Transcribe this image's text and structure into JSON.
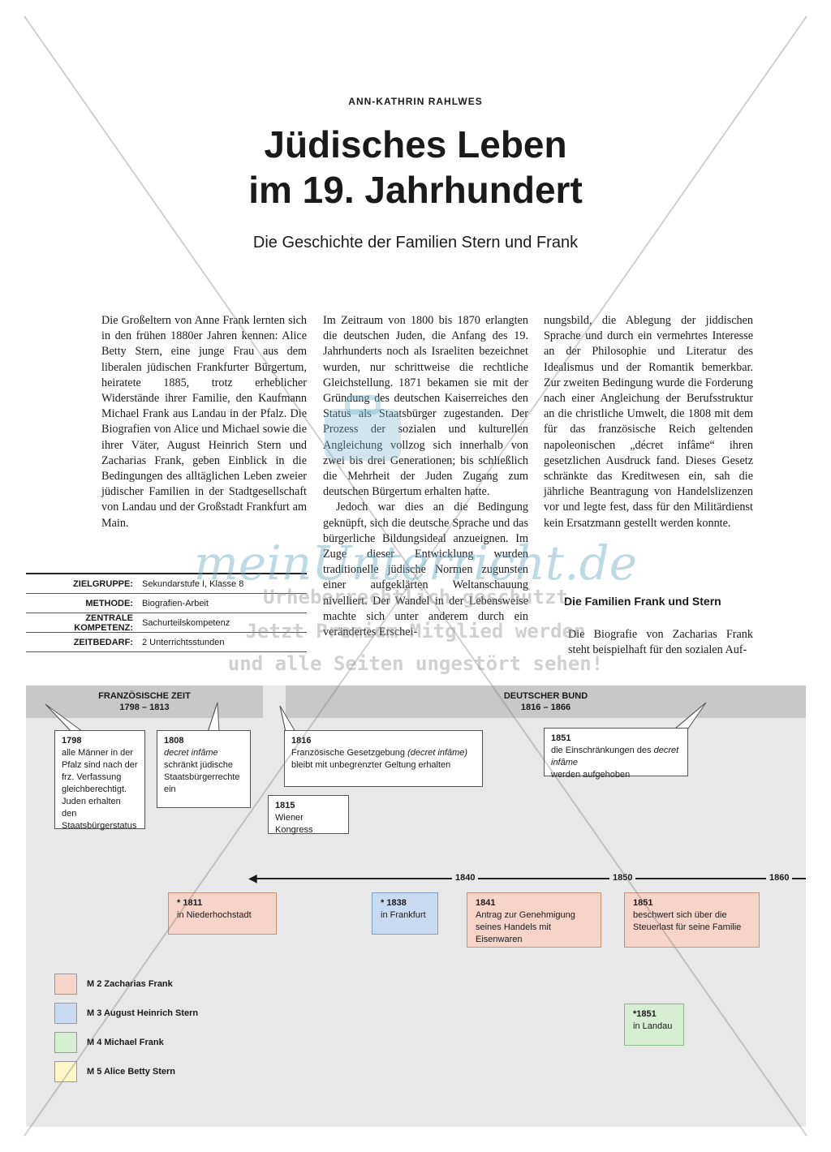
{
  "header": {
    "author": "ANN-KATHRIN RAHLWES",
    "title_line1": "Jüdisches Leben",
    "title_line2": "im 19. Jahrhundert",
    "subtitle": "Die Geschichte der Familien Stern und Frank"
  },
  "body": {
    "col1": "Die Großeltern von Anne Frank lernten sich in den frühen 1880er Jahren kennen: Alice Betty Stern, eine junge Frau aus dem liberalen jüdischen Frankfurter Bürgertum, heiratete 1885, trotz erheblicher Widerstände ihrer Familie, den Kaufmann Michael Frank aus Landau in der Pfalz. Die Biografien von Alice und Michael sowie die ihrer Väter, August Heinrich Stern und Zacharias Frank, geben Einblick in die Bedingungen des alltäglichen Leben zweier jüdischer Familien in der Stadtgesellschaft von Landau und der Großstadt Frankfurt am Main.",
    "col2_p1": "Im Zeitraum von 1800 bis 1870 erlangten die deutschen Juden, die Anfang des 19. Jahrhunderts noch als Israeliten bezeichnet wurden, nur schrittweise die rechtliche Gleichstellung. 1871 bekamen sie mit der Gründung des deutschen Kaiserreiches den Status als Staatsbürger zugestanden. Der Prozess der sozialen und kulturellen Angleichung vollzog sich innerhalb von zwei bis drei Generationen; bis schließlich die Mehrheit der Juden Zugang zum deutschen Bürgertum erhalten hatte.",
    "col2_p2": "Jedoch war dies an die Bedingung geknüpft, sich die deutsche Sprache und das bürgerliche Bildungsideal anzueignen. Im Zuge dieser Entwicklung wurden traditionelle jüdische Normen zugunsten einer aufgeklärten Weltanschauung nivelliert. Der Wandel in der Lebensweise machte sich unter anderem durch ein verändertes Erschei-",
    "col3": "nungsbild, die Ablegung der jiddischen Sprache und durch ein vermehrtes Interesse an der Philosophie und Literatur des Idealismus und der Romantik bemerkbar. Zur zweiten Bedingung wurde die Forderung nach einer Angleichung der Berufsstruktur an die christliche Umwelt, die 1808 mit dem für das französische Reich geltenden napoleonischen „décret infâme“ ihren gesetzlichen Ausdruck fand. Dieses Gesetz schränkte das Kreditwesen ein, sah die jährliche Beantragung von Handelslizenzen vor und legte fest, dass für den Militärdienst kein Ersatzmann gestellt werden konnte.",
    "section_heading": "Die Familien Frank und Stern",
    "col3b": "Die Biografie von Zacharias Frank steht beispielhaft für den sozialen Auf-"
  },
  "infobox": [
    {
      "label": "ZIELGRUPPE:",
      "value": "Sekundarstufe I, Klasse 8"
    },
    {
      "label": "METHODE:",
      "value": "Biografien-Arbeit"
    },
    {
      "label": "ZENTRALE KOMPETENZ:",
      "value": "Sachurteilskompetenz"
    },
    {
      "label": "ZEITBEDARF:",
      "value": "2 Unterrichtsstunden"
    }
  ],
  "timeline": {
    "era1_name": "FRANZÖSISCHE ZEIT",
    "era1_range": "1798 – 1813",
    "era2_name": "DEUTSCHER BUND",
    "era2_range": "1816 – 1866",
    "events_top": {
      "e1798_year": "1798",
      "e1798_text": "alle Männer in der Pfalz sind nach der frz. Verfassung gleichberechtigt. Juden erhalten den Staatsbürgerstatus",
      "e1808_year": "1808",
      "e1808_italic": "decret infâme",
      "e1808_text": "schränkt jüdische Staatsbürgerrechte ein",
      "e1816_year": "1816",
      "e1816_text_a": "Französische Gesetzgebung",
      "e1816_italic": "(decret infâme)",
      "e1816_text_b": "bleibt mit unbegrenzter Geltung erhalten",
      "e1815_year": "1815",
      "e1815_text": "Wiener Kongress",
      "e1851_year": "1851",
      "e1851_text_a": "die Einschränkungen des",
      "e1851_italic": "decret infâme",
      "e1851_text_b": "werden aufgehoben"
    },
    "ticks": [
      "1840",
      "1850",
      "1860"
    ],
    "events_bottom": {
      "b1811_year": "* 1811",
      "b1811_text": "in Niederhochstadt",
      "b1838_year": "* 1838",
      "b1838_text": "in Frankfurt",
      "b1841_year": "1841",
      "b1841_text": "Antrag zur Genehmigung seines Handels mit Eisenwaren",
      "b1851_year": "1851",
      "b1851_text": "beschwert sich über die Steuerlast für seine Familie",
      "g1851_year": "*1851",
      "g1851_text": "in Landau"
    },
    "legend": [
      {
        "label": "M 2 Zacharias Frank",
        "color": "#f7d4c8"
      },
      {
        "label": "M 3 August Heinrich Stern",
        "color": "#c9dbf3"
      },
      {
        "label": "M 4 Michael Frank",
        "color": "#d6efd3"
      },
      {
        "label": "M 5 Alice Betty Stern",
        "color": "#fdf6c9"
      }
    ]
  },
  "watermark": {
    "brand": "meinUnterricht.de",
    "line1": "Urheberrechtlich geschützt",
    "line2": "Jetzt Premium-Mitglied werden",
    "line3": "und alle Seiten ungestört sehen!"
  }
}
